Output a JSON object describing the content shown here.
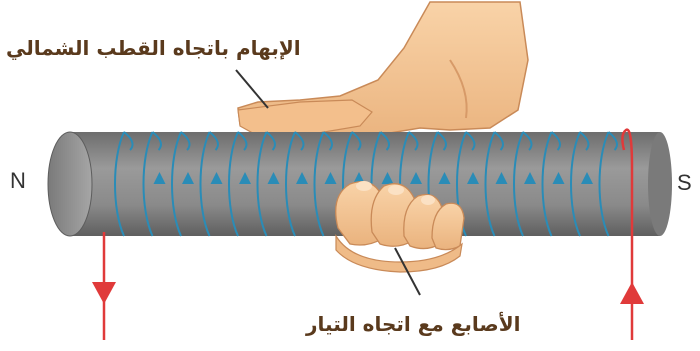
{
  "labels": {
    "thumb": "الإبهام باتجاه القطب الشمالي",
    "fingers": "الأصابع مع اتجاه التيار"
  },
  "poles": {
    "left": "N",
    "right": "S"
  },
  "colors": {
    "rod": "#8c8c8c",
    "coil": "#2a8cb7",
    "wire": "#e03a3a",
    "skin": "#f6c89a",
    "label_text": "#5a3a1d"
  }
}
